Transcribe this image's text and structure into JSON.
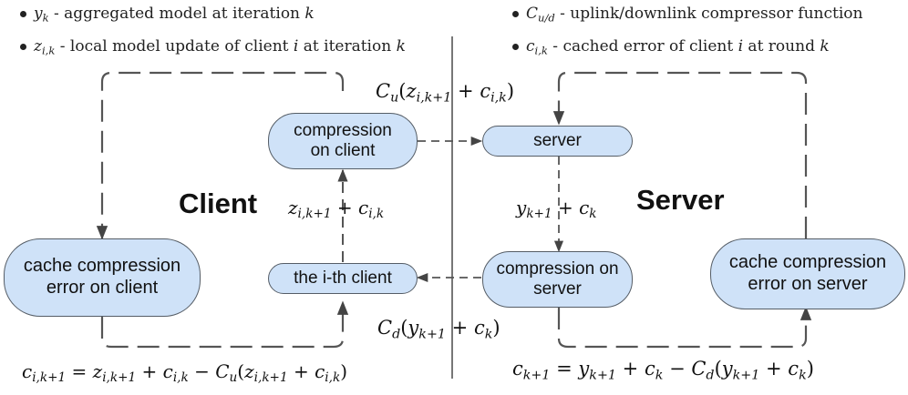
{
  "legend": {
    "items": [
      {
        "symbol": "y",
        "sub": "k",
        "text": " - aggregated model at iteration ",
        "tail": "k"
      },
      {
        "symbol": "z",
        "sub": "i,k",
        "text": " - local model update of client ",
        "mid": "i",
        "text2": " at iteration ",
        "tail": "k"
      },
      {
        "symbol": "C",
        "sub": "u/d",
        "text": " - uplink/downlink compressor function"
      },
      {
        "symbol": "c",
        "sub": "i,k",
        "text": " - cached error of client ",
        "mid": "i",
        "text2": " at round ",
        "tail": "k"
      }
    ]
  },
  "nodes": {
    "compression_client": "compression on client",
    "server": "server",
    "cache_client": "cache compression error on client",
    "ith_client": "the i-th client",
    "compression_server": "compression on server",
    "cache_server": "cache compression error on server"
  },
  "labels": {
    "client": "Client",
    "server": "Server"
  },
  "equations": {
    "uplink": "Cu(zi,k+1 + ci,k)",
    "client_sum": "zi,k+1 + ci,k",
    "server_sum": "yk+1 + ck",
    "downlink": "Cd(yk+1 + ck)",
    "client_update": "ci,k+1 = zi,k+1 + ci,k − Cu(zi,k+1 + ci,k)",
    "server_update": "ck+1 = yk+1 + ck − Cd(yk+1 + ck)"
  }
}
